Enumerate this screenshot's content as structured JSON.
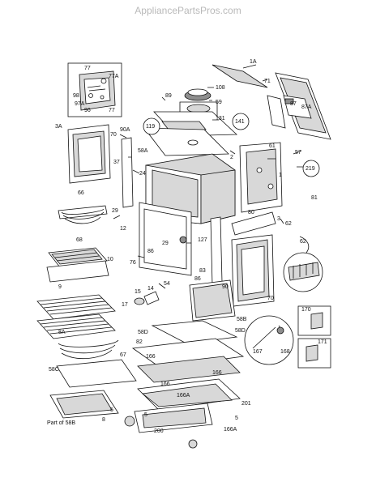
{
  "watermark": "AppliancePartsPros.com",
  "callouts": {
    "c1A": "1A",
    "c71": "71",
    "c77": "77",
    "c77A": "77A",
    "c98": "98",
    "c97A": "97A",
    "c96": "96",
    "c77b": "77",
    "c108": "108",
    "c59": "59",
    "c89": "89",
    "c87": "87",
    "c87A": "87A",
    "c119": "119",
    "c131": "131",
    "c141": "141",
    "c3A": "3A",
    "c70a": "70",
    "c90A": "90A",
    "c58A": "58A",
    "c2": "2",
    "c61": "61",
    "c57": "57",
    "c37": "37",
    "c24": "24",
    "c219": "219",
    "c1": "1",
    "c66": "66",
    "c81": "81",
    "c80": "80",
    "c29a": "29",
    "c12": "12",
    "c3": "3",
    "c62": "62",
    "c68": "68",
    "c29b": "29",
    "c127": "127",
    "c10": "10",
    "c76": "76",
    "c86a": "86",
    "c86b": "86",
    "c83": "83",
    "c62b": "62",
    "c9": "9",
    "c90": "90",
    "c70b": "70",
    "c15": "15",
    "c14": "14",
    "c54": "54",
    "c17": "17",
    "c58B": "58B",
    "c58D": "58D",
    "c58Db": "58D",
    "c170": "170",
    "c171": "171",
    "c8A": "8A",
    "c82": "82",
    "c166a": "166",
    "c67": "67",
    "c167": "167",
    "c168": "168",
    "c58C": "58C",
    "c166b": "166",
    "c166c": "166",
    "c166A": "166A",
    "c201": "201",
    "c5a": "5",
    "c8": "8",
    "c200": "200",
    "c5b": "5",
    "c166Ab": "166A",
    "c5c": "5",
    "partof": "Part of 58B"
  }
}
